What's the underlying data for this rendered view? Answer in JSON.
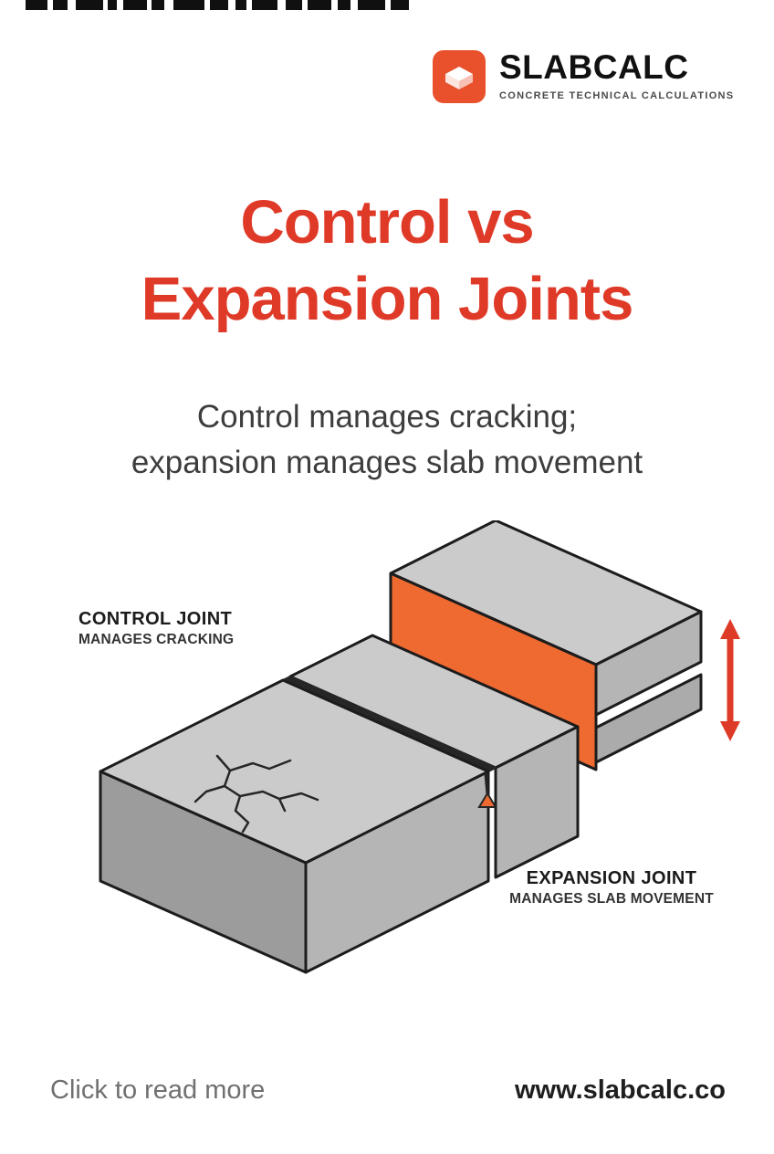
{
  "header": {
    "brand_name": "SLABCALC",
    "brand_tagline": "CONCRETE TECHNICAL CALCULATIONS"
  },
  "title": {
    "line1": "Control vs",
    "line2": "Expansion Joints"
  },
  "subtitle": {
    "line1": "Control manages cracking;",
    "line2": "expansion manages slab movement"
  },
  "diagram": {
    "control_joint": {
      "label": "CONTROL JOINT",
      "sublabel": "MANAGES CRACKING"
    },
    "expansion_joint": {
      "label": "EXPANSION JOINT",
      "sublabel": "MANAGES SLAB MOVEMENT"
    },
    "icons": {
      "movement_arrow": "vertical-double-arrow-icon",
      "logo": "slab-icon"
    }
  },
  "footer": {
    "cta": "Click to read more",
    "website": "www.slabcalc.co"
  },
  "colors": {
    "accent": "#E8512C",
    "title-red": "#DF3A28",
    "joint-orange": "#EE6A31",
    "arrow-red": "#DD3B27",
    "slab-top": "#CBCBCB",
    "slab-left": "#9C9C9C",
    "slab-front": "#B5B5B5",
    "outline": "#1C1C1C"
  }
}
